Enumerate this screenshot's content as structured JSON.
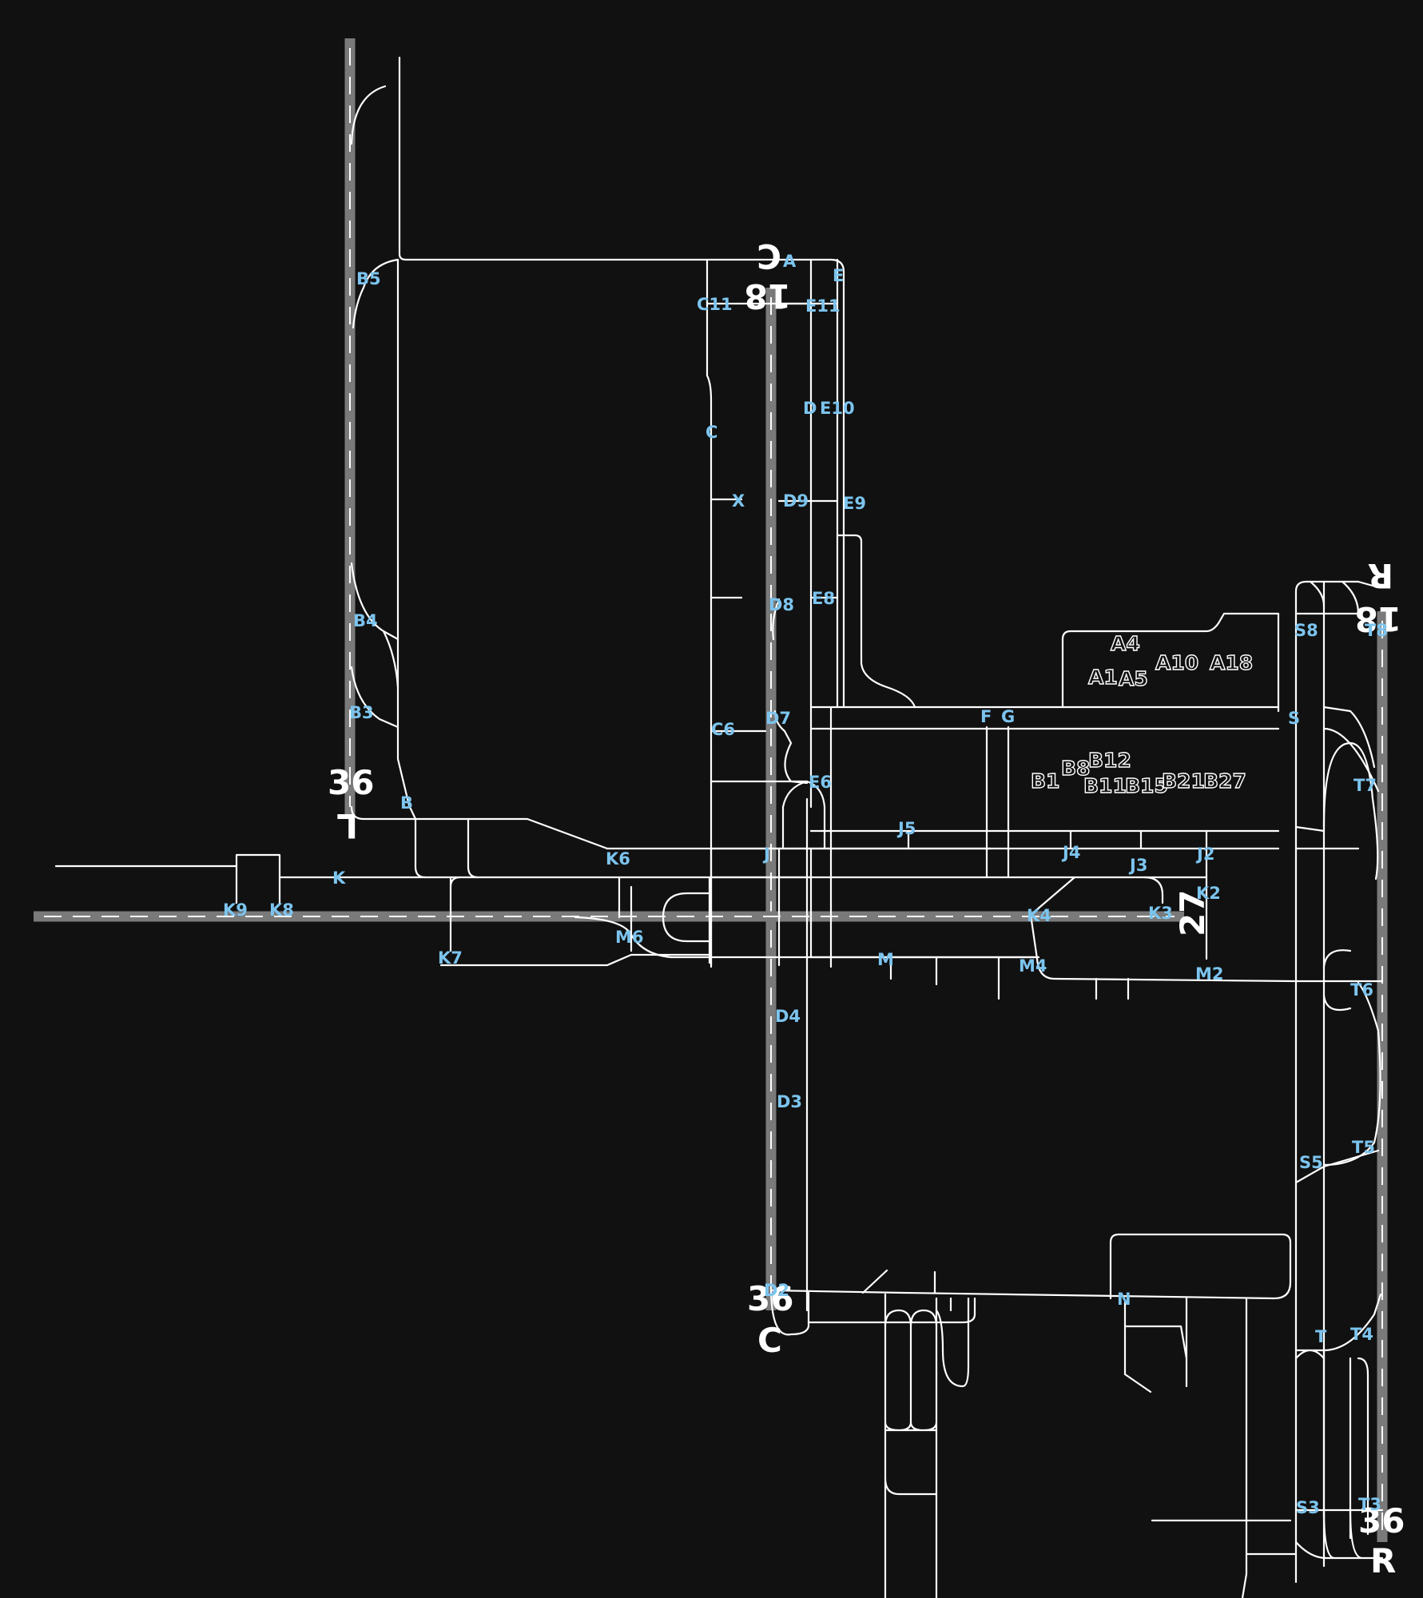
{
  "colors": {
    "background": "#111111",
    "taxiway": "#ffffff",
    "runway": "#7a7a7a",
    "taxiway_label": "#7cc4ee",
    "gate_label": "#ffffff"
  },
  "runways": [
    {
      "id": "rwy-18l-36l",
      "ends": [
        "36",
        "L"
      ]
    },
    {
      "id": "rwy-18c-36c",
      "ends": [
        "18",
        "36",
        "C"
      ]
    },
    {
      "id": "rwy-18r-36r",
      "ends": [
        "18",
        "36",
        "R"
      ]
    },
    {
      "id": "rwy-09-27",
      "ends": [
        "27"
      ]
    }
  ],
  "runway_labels": {
    "l_36": "36",
    "l_L": "L",
    "c_18": "18",
    "c_C_top": "C",
    "c_36": "36",
    "c_C": "C",
    "r_18": "18",
    "r_R_top": "R",
    "r_36": "36",
    "r_R": "R",
    "e_27": "27"
  },
  "taxiway_labels": [
    "A",
    "B",
    "B3",
    "B4",
    "B5",
    "C",
    "C6",
    "C11",
    "D",
    "D2",
    "D3",
    "D4",
    "D7",
    "D8",
    "D9",
    "E",
    "E6",
    "E8",
    "E9",
    "E10",
    "E11",
    "F",
    "G",
    "J",
    "J2",
    "J3",
    "J4",
    "J5",
    "K",
    "K2",
    "K3",
    "K4",
    "K6",
    "K7",
    "K8",
    "K9",
    "M",
    "M2",
    "M4",
    "M6",
    "N",
    "S",
    "S3",
    "S5",
    "S8",
    "T",
    "T3",
    "T4",
    "T5",
    "T6",
    "T7",
    "T8",
    "X"
  ],
  "gate_labels": [
    "A1",
    "A4",
    "A5",
    "A10",
    "A18",
    "B1",
    "B8",
    "B11",
    "B12",
    "B15",
    "B21",
    "B27"
  ]
}
